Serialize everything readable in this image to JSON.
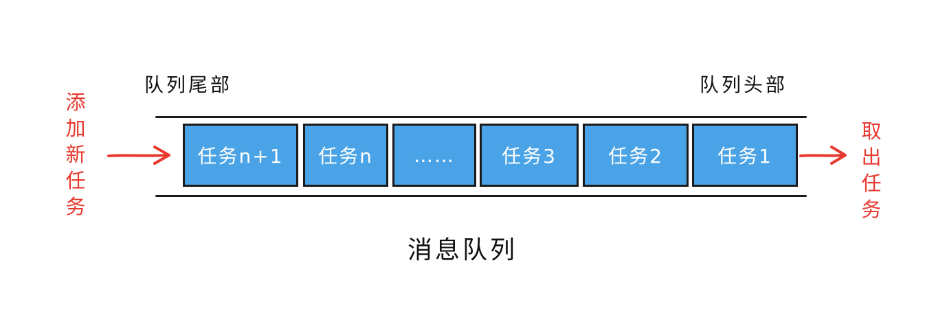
{
  "labels": {
    "tail": "队列尾部",
    "head": "队列头部",
    "add": "添加新任务",
    "take": "取出任务",
    "title": "消息队列"
  },
  "tasks": [
    "任务n+1",
    "任务n",
    "……",
    "任务3",
    "任务2",
    "任务1"
  ],
  "colors": {
    "task_fill": "#4aa3e6",
    "border": "#1a1a1a",
    "accent": "#e8392f"
  },
  "icons": {
    "in": "arrow-right-icon",
    "out": "arrow-right-icon"
  }
}
